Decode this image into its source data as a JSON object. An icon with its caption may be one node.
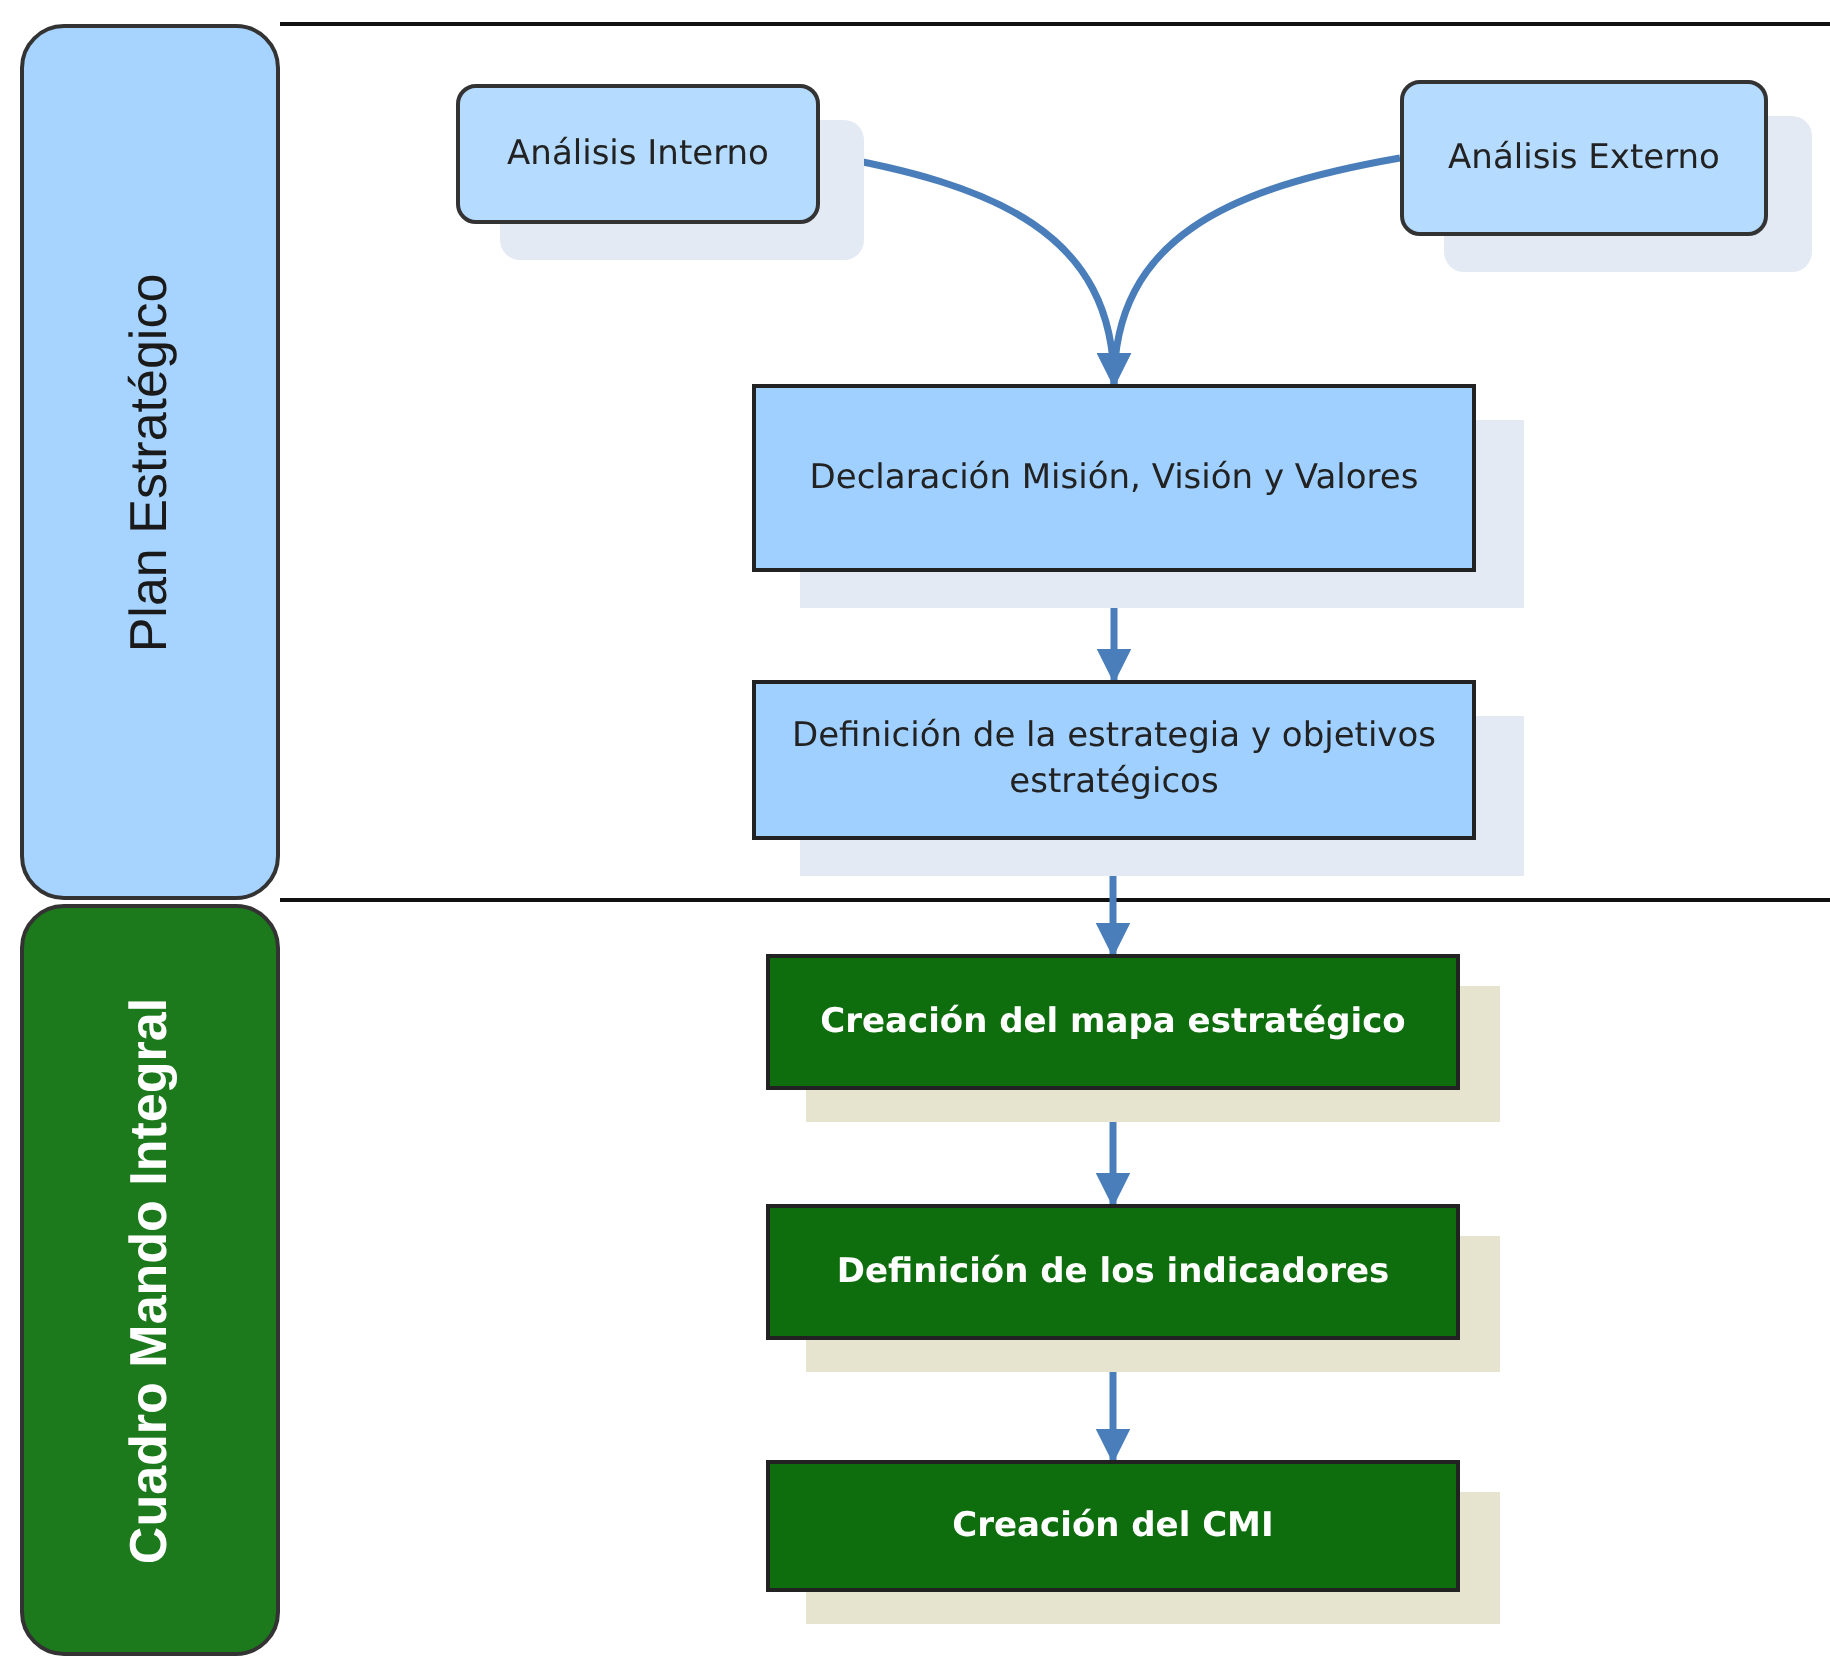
{
  "diagram": {
    "nodes": [
      {
        "text": [
          "Plan Estratégico"
        ]
      },
      {
        "text": [
          "Cuadro Mando Integral"
        ]
      },
      {
        "text": [
          "Análisis Interno"
        ]
      },
      {
        "text": [
          "Análisis Externo"
        ]
      },
      {
        "text": [
          "Declaración Misión, Visión y Valores"
        ]
      },
      {
        "text": [
          "Definición de la estrategia y objetivos estratégicos"
        ]
      },
      {
        "text": [
          "Creación del mapa estratégico"
        ]
      },
      {
        "text": [
          "Definición de los indicadores"
        ]
      },
      {
        "text": [
          "Creación del CMI"
        ]
      }
    ],
    "edges": [
      {
        "from": 2,
        "to": 4,
        "arrow": "to"
      },
      {
        "from": 3,
        "to": 4,
        "arrow": "to"
      },
      {
        "from": 4,
        "to": 5,
        "arrow": "to"
      },
      {
        "from": 5,
        "to": 6,
        "arrow": "to"
      },
      {
        "from": 6,
        "to": 7,
        "arrow": "to"
      },
      {
        "from": 7,
        "to": 8,
        "arrow": "to"
      }
    ]
  }
}
